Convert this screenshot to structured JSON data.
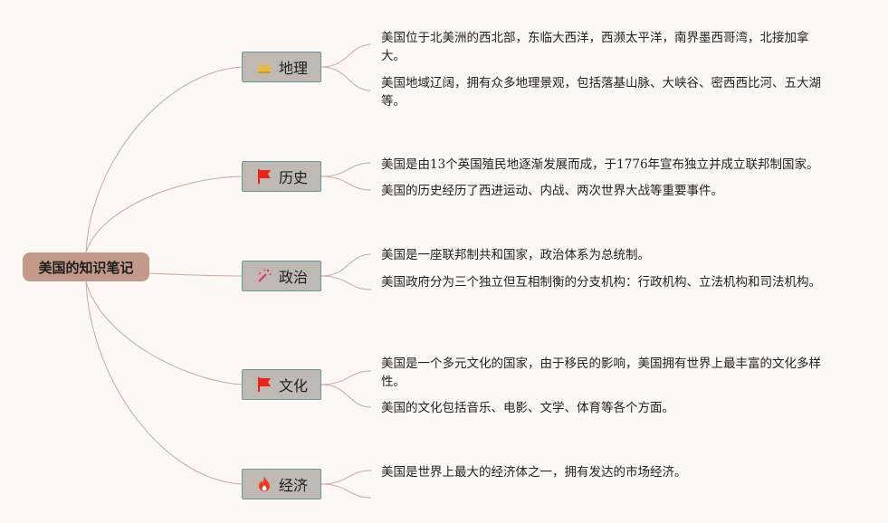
{
  "root": {
    "title": "美国的知识笔记"
  },
  "branches": [
    {
      "label": "地理",
      "icon": "crown-icon",
      "notes": [
        "美国位于北美洲的西北部，东临大西洋，西濒太平洋，南界墨西哥湾，北接加拿大。",
        "美国地域辽阔，拥有众多地理景观，包括落基山脉、大峡谷、密西西比河、五大湖等。"
      ]
    },
    {
      "label": "历史",
      "icon": "red-flag-icon",
      "notes": [
        "美国是由13个英国殖民地逐渐发展而成，于1776年宣布独立并成立联邦制国家。",
        "美国的历史经历了西进运动、内战、两次世界大战等重要事件。"
      ]
    },
    {
      "label": "政治",
      "icon": "magic-wand-icon",
      "notes": [
        "美国是一座联邦制共和国家，政治体系为总统制。",
        "美国政府分为三个独立但互相制衡的分支机构：行政机构、立法机构和司法机构。"
      ]
    },
    {
      "label": "文化",
      "icon": "red-flag-icon",
      "notes": [
        "美国是一个多元文化的国家，由于移民的影响，美国拥有世界上最丰富的文化多样性。",
        "美国的文化包括音乐、电影、文学、体育等各个方面。"
      ]
    },
    {
      "label": "经济",
      "icon": "fire-icon",
      "notes": [
        "美国是世界上最大的经济体之一，拥有发达的市场经济。"
      ]
    }
  ],
  "colors": {
    "background": "#fdf8f5",
    "root_fill": "#c39a8a",
    "topic_fill": "#c0b8b3",
    "topic_border": "#5f9a98",
    "link": "#c9a89a",
    "flag_red": "#e8231c",
    "crown_gold": "#e8b84a",
    "wand_pink": "#e0336a",
    "fire_red": "#ec3a22"
  }
}
